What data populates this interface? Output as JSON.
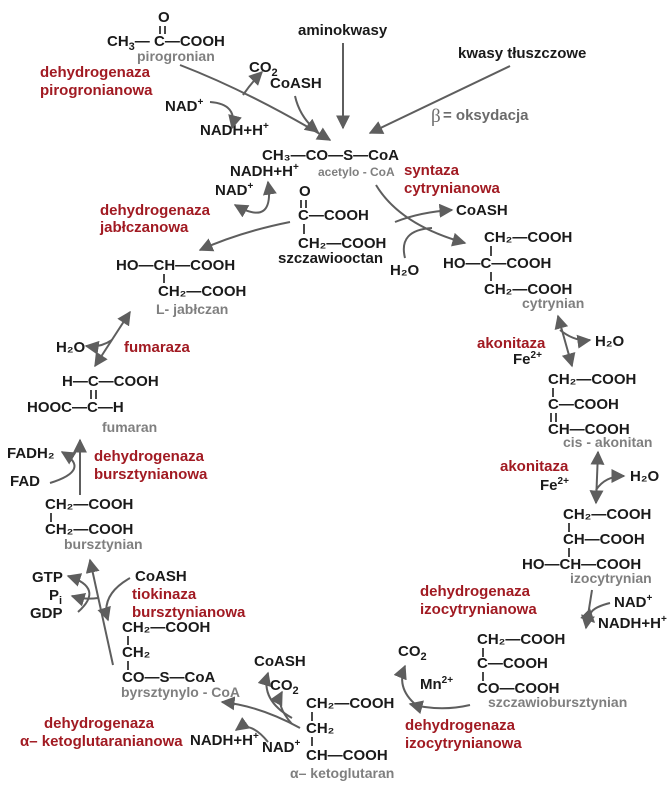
{
  "inputs": {
    "aminoacids": "aminokwasy",
    "fatty_acids": "kwasy tłuszczowe",
    "beta_symbol": "β",
    "beta_text": "= oksydacja"
  },
  "pyruvate": {
    "formula_left": "CH",
    "formula_right": "C—COOH",
    "oxygen": "O",
    "name": "pirogronian"
  },
  "pdh": {
    "enzyme": [
      "dehydrogenaza",
      "pirogronianowa"
    ],
    "co2": "CO",
    "coash": "CoASH",
    "nad": "NAD",
    "nadh": "NADH+H"
  },
  "acetyl_coa": {
    "formula": "CH₃—CO—S—CoA",
    "name": "acetylo - CoA"
  },
  "citrate_synthase": {
    "enzyme": [
      "syntaza",
      "cytrynianowa"
    ],
    "coash": "CoASH",
    "water": "H₂O"
  },
  "oxaloacetate": {
    "oxygen": "O",
    "line1": "C—COOH",
    "line2": "CH₂—COOH",
    "name": "szczawiooctan"
  },
  "mdh": {
    "enzyme": [
      "dehydrogenaza",
      "jabłczanowa"
    ],
    "nadh": "NADH+H",
    "nad": "NAD"
  },
  "citrate": {
    "line1": "CH₂—COOH",
    "line2": "HO—C—COOH",
    "line3": "CH₂—COOH",
    "name": "cytrynian"
  },
  "malate": {
    "line1": "HO—CH—COOH",
    "line2": "CH₂—COOH",
    "name": "L- jabłczan"
  },
  "fumarase": {
    "enzyme": "fumaraza",
    "water": "H₂O"
  },
  "fumarate": {
    "line1": "H—C—COOH",
    "line2": "HOOC—C—H",
    "name": "fumaran"
  },
  "aconitase1": {
    "enzyme": "akonitaza",
    "cofactor": "Fe",
    "water": "H₂O"
  },
  "cis_aconitate": {
    "line1": "CH₂—COOH",
    "line2": "C—COOH",
    "line3": "CH—COOH",
    "name": "cis - akonitan"
  },
  "sdh": {
    "enzyme": [
      "dehydrogenaza",
      "bursztynianowa"
    ],
    "fadh2": "FADH₂",
    "fad": "FAD"
  },
  "succinate": {
    "line1": "CH₂—COOH",
    "line2": "CH₂—COOH",
    "name": "bursztynian"
  },
  "aconitase2": {
    "enzyme": "akonitaza",
    "cofactor": "Fe",
    "water": "H₂O"
  },
  "isocitrate": {
    "line1": "CH₂—COOH",
    "line2": "CH—COOH",
    "line3": "HO—CH—COOH",
    "name": "izocytrynian"
  },
  "thiokinase": {
    "enzyme": [
      "tiokinaza",
      "bursztynianowa"
    ],
    "coash": "CoASH",
    "gtp": "GTP",
    "pi": "P",
    "gdp": "GDP"
  },
  "succinyl_coa": {
    "line1": "CH₂—COOH",
    "line2": "CH₂",
    "line3": "CO—S—CoA",
    "name": "byrsztynylo - CoA"
  },
  "idh1": {
    "enzyme": [
      "dehydrogenaza",
      "izocytrynianowa"
    ],
    "nad": "NAD",
    "nadh": "NADH+H"
  },
  "oxalosuccinate": {
    "line1": "CH₂—COOH",
    "line2": "C—COOH",
    "line3": "CO—COOH",
    "name": "szczawiobursztynian"
  },
  "idh2": {
    "enzyme": [
      "dehydrogenaza",
      "izocytrynianowa"
    ],
    "co2": "CO",
    "cofactor": "Mn"
  },
  "akg": {
    "line1": "CH₂—COOH",
    "line2": "CH₂",
    "line3": "CH—COOH",
    "name": "α– ketoglutaran"
  },
  "akgdh": {
    "enzyme": [
      "dehydrogenaza",
      "α– ketoglutaranianowa"
    ],
    "coash": "CoASH",
    "co2": "CO",
    "nadh": "NADH+H",
    "nad": "NAD"
  },
  "charges": {
    "plus": "+",
    "two_plus": "2+",
    "sub2": "2",
    "sub3": "3",
    "sub_i": "i"
  }
}
